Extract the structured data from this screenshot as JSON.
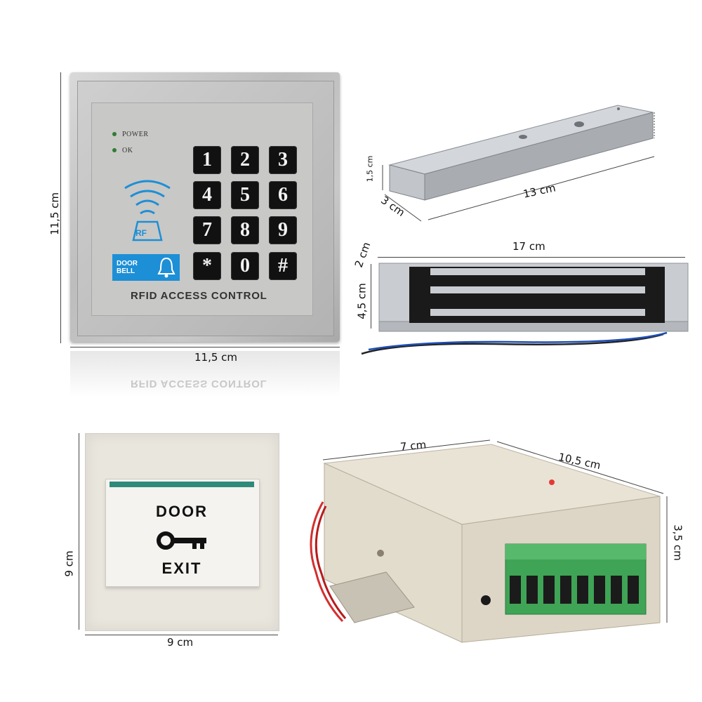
{
  "keypad": {
    "led_power": "POWER",
    "led_ok": "OK",
    "keys": [
      "1",
      "2",
      "3",
      "4",
      "5",
      "6",
      "7",
      "8",
      "9",
      "*",
      "0",
      "#"
    ],
    "rf_badge": "RF",
    "doorbell_label": "DOOR\nBELL",
    "title": "RFID ACCESS CONTROL",
    "height_dim": "11,5 cm",
    "width_dim": "11,5 cm"
  },
  "bracket": {
    "height_dim": "1,5 cm",
    "depth_dim": "3 cm",
    "length_dim": "13 cm"
  },
  "maglock": {
    "length_dim": "17 cm",
    "depth_dim": "2 cm",
    "height_dim": "4,5 cm"
  },
  "exit_button": {
    "door_label": "DOOR",
    "exit_label": "EXIT",
    "height_dim": "9 cm",
    "width_dim": "9 cm"
  },
  "power_supply": {
    "width_dim": "7 cm",
    "length_dim": "10,5 cm",
    "height_dim": "3,5 cm"
  },
  "colors": {
    "doorbell_blue": "#1d8fd6",
    "exit_strip_teal": "#2f8a7a",
    "terminal_green": "#3fa456",
    "wire_red": "#d32f2f"
  }
}
